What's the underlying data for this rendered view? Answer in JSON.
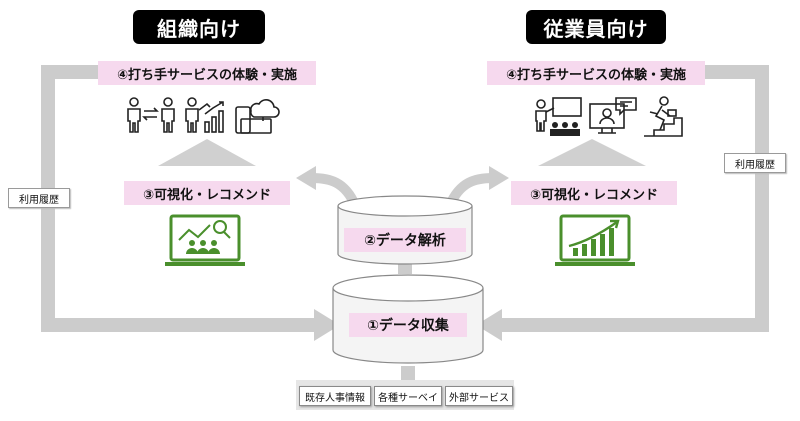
{
  "org_side": {
    "header": "組織向け",
    "step4": "④打ち手サービスの体験・実施",
    "step3": "③可視化・レコメンド",
    "history_label": "利用履歴"
  },
  "employee_side": {
    "header": "従業員向け",
    "step4": "④打ち手サービスの体験・実施",
    "step3": "③可視化・レコメンド",
    "history_label": "利用履歴"
  },
  "center": {
    "analysis": "②データ解析",
    "collection": "①データ収集"
  },
  "sources": [
    "既存人事情報",
    "各種サーベイ",
    "外部サービス"
  ],
  "colors": {
    "pink": "#f6d9ee",
    "green": "#4a8f2c",
    "arrow_grey": "#cccccc",
    "header_bg": "#000000"
  },
  "icons": {
    "org": [
      "people-exchange-icon",
      "growth-presenter-icon",
      "cloud-device-icon",
      "analytics-laptop-icon"
    ],
    "employee": [
      "presentation-audience-icon",
      "online-meeting-icon",
      "career-stairs-icon",
      "growth-chart-laptop-icon"
    ]
  }
}
